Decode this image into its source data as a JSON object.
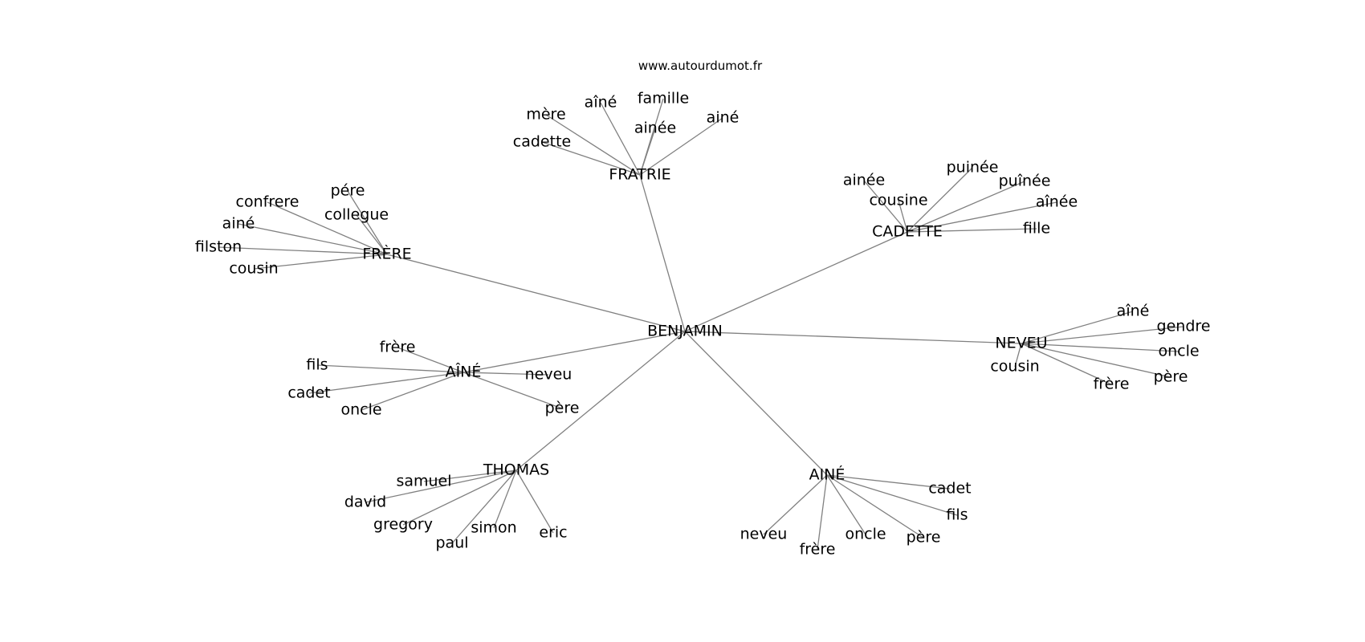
{
  "header": {
    "site": "www.autourdumot.fr"
  },
  "graph": {
    "center": "BENJAMIN",
    "hubs": [
      {
        "label": "FRATRIE",
        "leaves": [
          "mère",
          "aîné",
          "famille",
          "ainée",
          "ainé",
          "cadette"
        ]
      },
      {
        "label": "CADETTE",
        "leaves": [
          "ainée",
          "cousine",
          "puinée",
          "puînée",
          "aînée",
          "fille"
        ]
      },
      {
        "label": "FRÈRE",
        "leaves": [
          "confrere",
          "pére",
          "collegue",
          "ainé",
          "filston",
          "cousin"
        ]
      },
      {
        "label": "NEVEU",
        "leaves": [
          "aîné",
          "gendre",
          "oncle",
          "père",
          "frère",
          "cousin"
        ]
      },
      {
        "label": "AÎNÉ",
        "leaves": [
          "frère",
          "fils",
          "neveu",
          "cadet",
          "oncle",
          "père"
        ]
      },
      {
        "label": "THOMAS",
        "leaves": [
          "samuel",
          "david",
          "gregory",
          "paul",
          "simon",
          "eric"
        ]
      },
      {
        "label": "AINÉ",
        "leaves": [
          "cadet",
          "fils",
          "neveu",
          "frère",
          "oncle",
          "père"
        ]
      }
    ]
  }
}
